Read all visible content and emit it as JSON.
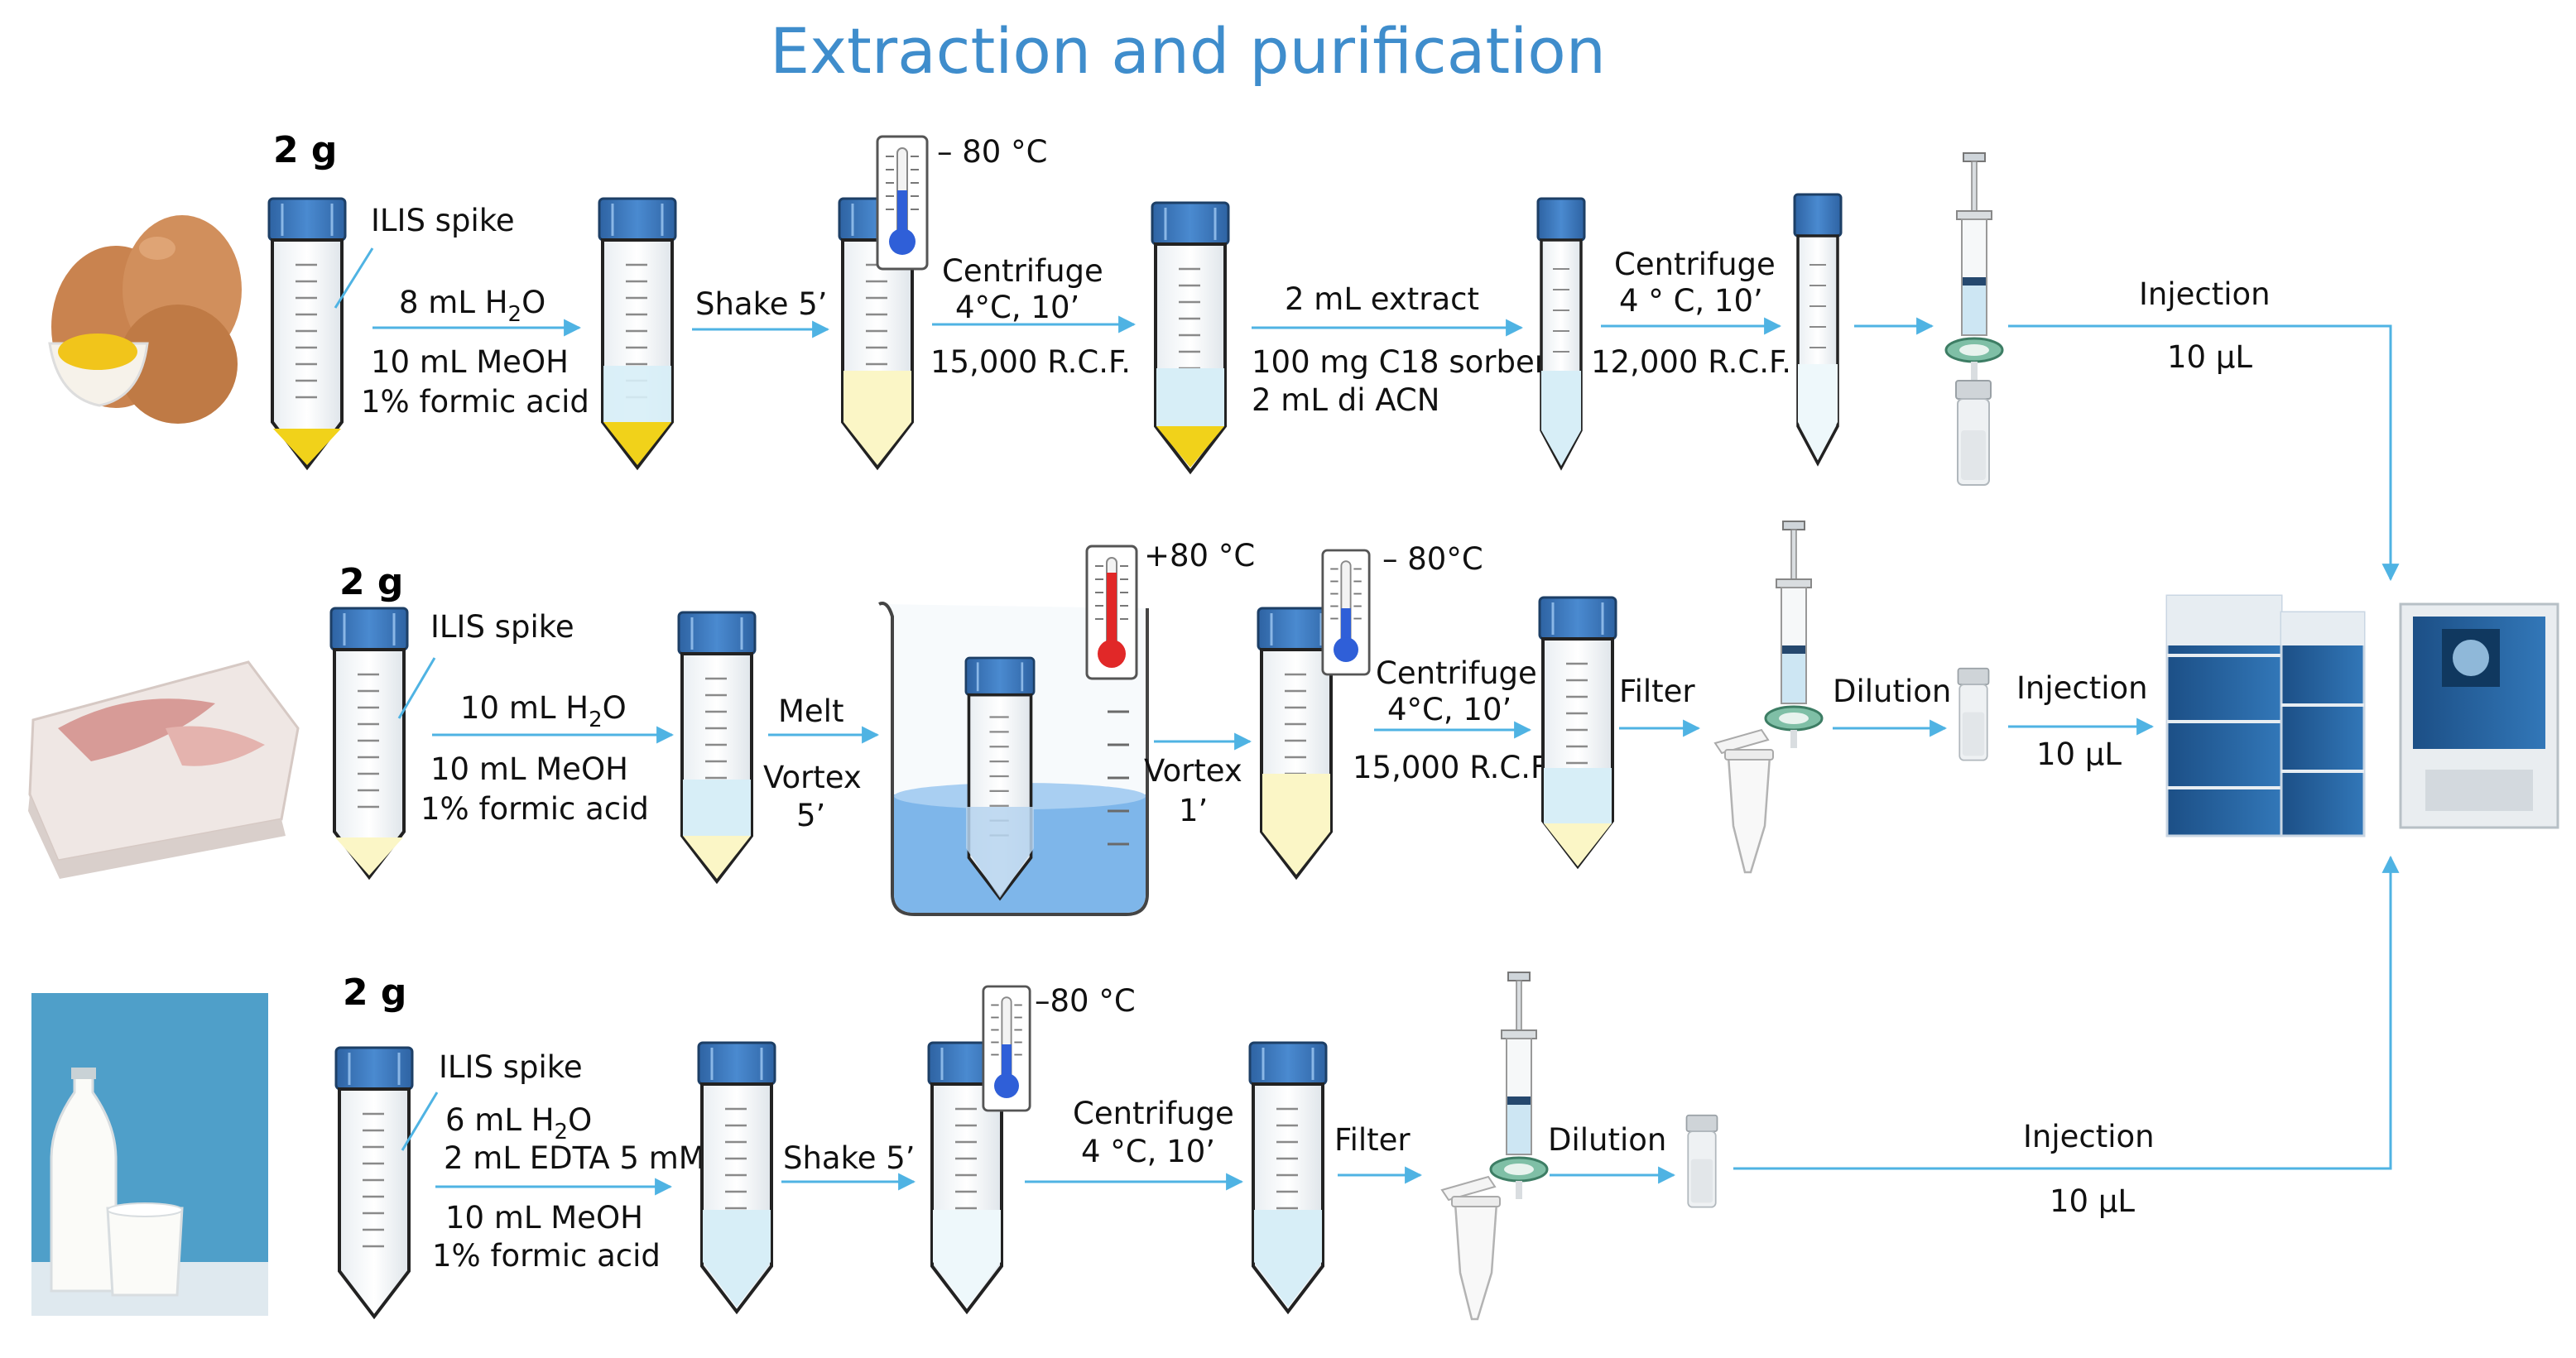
{
  "title": "Extraction and purification",
  "colors": {
    "title": "#3f8dcc",
    "arrow": "#4fb3e3",
    "cap": "#3b79bd",
    "egg_yolk": "#f1d21a",
    "water_layer": "#d7eef7",
    "pale_yellow": "#fbf6c6",
    "bath_water": "#7eb6ea",
    "thermo_cold": "#2f5fd8",
    "thermo_hot": "#e12828"
  },
  "rows": {
    "egg": {
      "mass": "2 g",
      "spike": "ILIS spike",
      "water": "8 mL H",
      "water_sub": "2",
      "water_tail": "O",
      "meoh": "10 mL MeOH",
      "formic": "1% formic acid",
      "shake": "Shake 5’",
      "freeze_temp": "– 80 °C",
      "centrifuge": "Centrifuge",
      "centrifuge_cond": "4°C, 10’",
      "rcf": "15,000 R.C.F.",
      "extract": "2 mL extract",
      "sorbent": "100 mg C18 sorbent",
      "acn": "2 mL di ACN",
      "centrifuge2": "Centrifuge",
      "centrifuge2_cond": "4 ° C, 10’",
      "rcf2": "12,000 R.C.F.",
      "injection": "Injection",
      "volume": "10 µL"
    },
    "fat": {
      "mass": "2 g",
      "spike": "ILIS spike",
      "water": "10 mL H",
      "water_sub": "2",
      "water_tail": "O",
      "meoh": "10 mL MeOH",
      "formic": "1% formic acid",
      "melt": "Melt",
      "vortex": "Vortex",
      "vortex_time": "5’",
      "hot_temp": "+80 °C",
      "vortex2": "Vortex",
      "vortex2_time": "1’",
      "freeze_temp": "– 80°C",
      "centrifuge": "Centrifuge",
      "centrifuge_cond": "4°C, 10’",
      "rcf": "15,000 R.C.F.",
      "filter": "Filter",
      "dilution": "Dilution",
      "injection": "Injection",
      "volume": "10 µL"
    },
    "milk": {
      "mass": "2 g",
      "spike": "ILIS spike",
      "water": "6 mL H",
      "water_sub": "2",
      "water_tail": "O",
      "edta": "2 mL EDTA 5 mM",
      "meoh": "10 mL MeOH",
      "formic": "1% formic acid",
      "shake": "Shake 5’",
      "freeze_temp": "–80 °C",
      "centrifuge": "Centrifuge",
      "centrifuge_cond": "4 °C, 10’",
      "filter": "Filter",
      "dilution": "Dilution",
      "injection": "Injection",
      "volume": "10 µL"
    }
  }
}
